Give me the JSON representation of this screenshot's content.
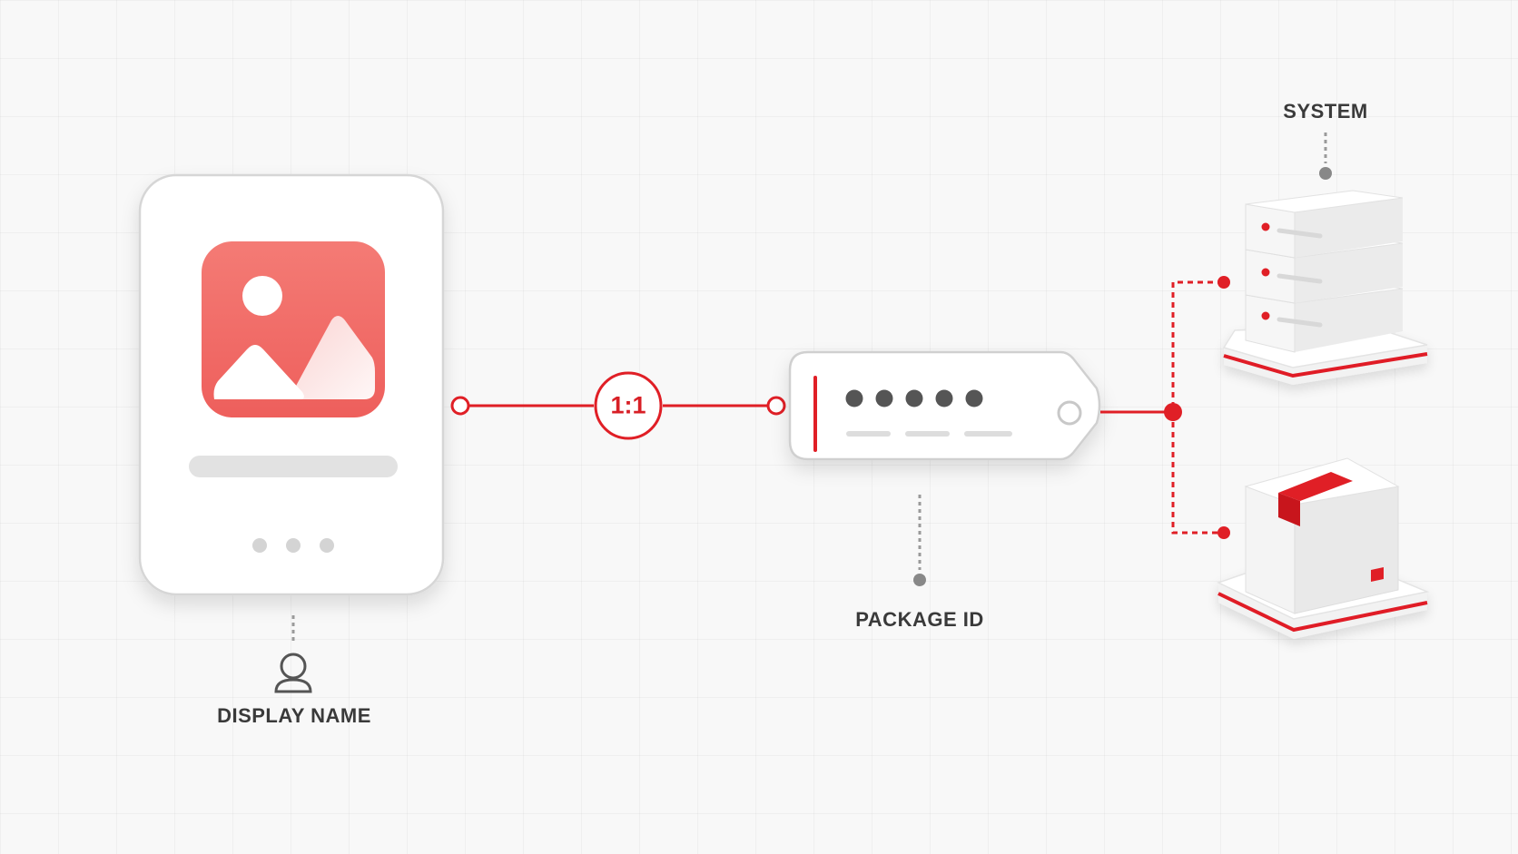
{
  "labels": {
    "system": "SYSTEM",
    "package_id": "PACKAGE ID",
    "display_name": "DISPLAY NAME"
  },
  "connector": {
    "ratio": "1:1"
  },
  "colors": {
    "accent": "#e01f26",
    "app_icon": "#f06b66",
    "card": "#ffffff",
    "text": "#3a3a3a",
    "placeholder": "#e2e2e2"
  },
  "icons": {
    "app_image": "image-icon",
    "user": "user-icon",
    "server": "server-stack-icon",
    "package": "package-box-icon",
    "tag": "id-tag-icon"
  }
}
